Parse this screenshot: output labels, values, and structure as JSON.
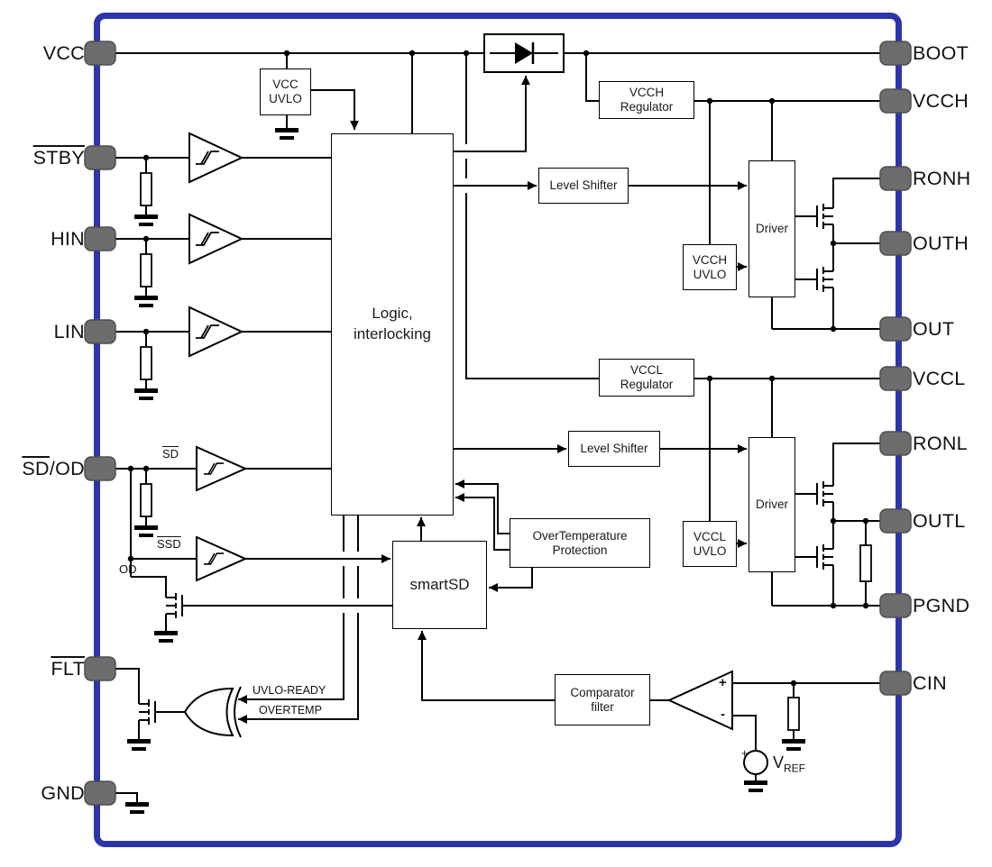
{
  "pins": {
    "left": [
      {
        "over": "",
        "post": "VCC"
      },
      {
        "over": "STBY",
        "post": ""
      },
      {
        "over": "",
        "post": "HIN"
      },
      {
        "over": "",
        "post": "LIN"
      },
      {
        "over": "SD",
        "post": "/OD"
      },
      {
        "over": "FLT",
        "post": ""
      },
      {
        "over": "",
        "post": "GND"
      }
    ],
    "right": [
      "BOOT",
      "VCCH",
      "RONH",
      "OUTH",
      "OUT",
      "VCCL",
      "RONL",
      "OUTL",
      "PGND",
      "CIN"
    ]
  },
  "blocks": {
    "vcc_uvlo": {
      "line1": "VCC",
      "line2": "UVLO"
    },
    "logic": {
      "line1": "Logic,",
      "line2": "interlocking"
    },
    "vcch_regulator": {
      "line1": "VCCH",
      "line2": "Regulator"
    },
    "level_shifter_high": {
      "line1": "Level Shifter"
    },
    "vcch_uvlo": {
      "line1": "VCCH",
      "line2": "UVLO"
    },
    "driver_high": {
      "line1": "Driver"
    },
    "vccl_regulator": {
      "line1": "VCCL",
      "line2": "Regulator"
    },
    "level_shifter_low": {
      "line1": "Level Shifter"
    },
    "vccl_uvlo": {
      "line1": "VCCL",
      "line2": "UVLO"
    },
    "driver_low": {
      "line1": "Driver"
    },
    "overtemp_protection": {
      "line1": "OverTemperature",
      "line2": "Protection"
    },
    "smartsd": {
      "line1": "smartSD"
    },
    "comparator_filter": {
      "line1": "Comparator",
      "line2": "filter"
    }
  },
  "labels": {
    "sd": "SD",
    "ssd": "SSD",
    "od": "OD",
    "uvlo_ready": "UVLO-READY",
    "overtemp": "OVERTEMP",
    "comp_plus": "+",
    "comp_minus": "-",
    "vref_plus": "+",
    "vref_v": "V",
    "vref_sub": "REF"
  },
  "colors": {
    "border": "#2e34aa",
    "pin": "#6d6d6d",
    "wire": "#000000"
  }
}
